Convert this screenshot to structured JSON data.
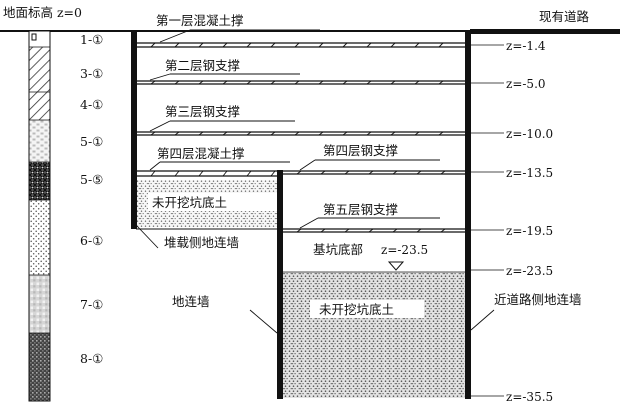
{
  "ground": {
    "label": "地面标高 z=0"
  },
  "road": {
    "label": "现有道路"
  },
  "soil_layers": [
    {
      "id": "1-①",
      "pattern": "pat-plain"
    },
    {
      "id": "3-①",
      "pattern": "pat-diag"
    },
    {
      "id": "4-①",
      "pattern": "pat-diag"
    },
    {
      "id": "5-①",
      "pattern": "pat-bricks"
    },
    {
      "id": "5-⑤",
      "pattern": "pat-cross"
    },
    {
      "id": "6-①",
      "pattern": "pat-dots"
    },
    {
      "id": "7-①",
      "pattern": "pat-grid"
    },
    {
      "id": "8-①",
      "pattern": "pat-dense"
    }
  ],
  "elevations": [
    {
      "label": "z=-1.4"
    },
    {
      "label": "z=-5.0"
    },
    {
      "label": "z=-10.0"
    },
    {
      "label": "z=-13.5"
    },
    {
      "label": "z=-19.5"
    },
    {
      "label": "z=-23.5"
    },
    {
      "label": "z=-35.5"
    }
  ],
  "supports": [
    {
      "label": "第一层混凝土撑"
    },
    {
      "label": "第二层钢支撑"
    },
    {
      "label": "第三层钢支撑"
    },
    {
      "label": "第四层混凝土撑"
    },
    {
      "label": "第四层钢支撑"
    },
    {
      "label": "第五层钢支撑"
    }
  ],
  "pit_bottom": {
    "label": "基坑底部",
    "elevation": "z=-23.5"
  },
  "unexcavated_left": "未开挖坑底土",
  "unexcavated_right": "未开挖坑底土",
  "walls": {
    "surcharge_side": "堆载侧地连墙",
    "diaphragm": "地连墙",
    "road_side": "近道路侧地连墙"
  }
}
